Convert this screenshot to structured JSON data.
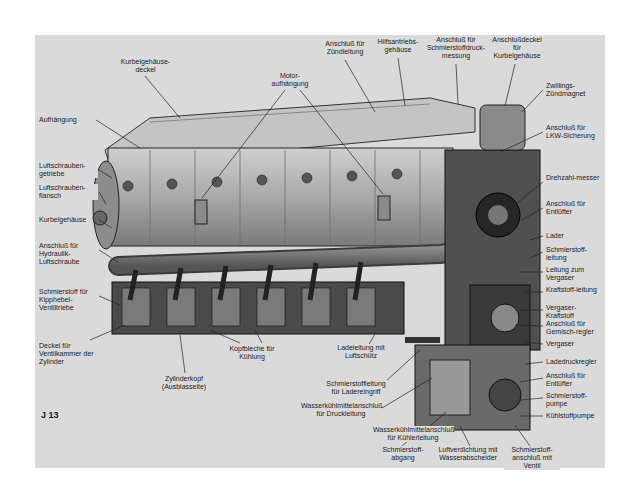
{
  "diagram": {
    "labels": [
      "Kurbelgehäuse-deckel",
      "Aufhängung",
      "Luftschrauben-getriebe",
      "Luftschrauben-flansch",
      "Kurbelgehäuse",
      "Anschluß für Hydraulik-Luftschraube",
      "Schmierstoff für Kipphebel-Ventiltriebe",
      "Deckel für Ventilkammer der Zylinder",
      "Zylinderkopf (Ausblasseite)",
      "Kopfbleche für Kühlung",
      "Motor-aufhängung",
      "Anschluß für Zündleitung",
      "Hilfsantriebs-gehäuse",
      "Anschluß für Schmierstoffdruck-messung",
      "Anschlußdeckel für Kurbelgehäuse",
      "Zwillings-Zündmagnet",
      "Anschluß für LKW-Sicherung",
      "Drehzahl-messer",
      "Anschluß für Entlüfter",
      "Lader",
      "Schmierstoff-leitung",
      "Leitung zum Vergaser",
      "Kraftstoff-leitung",
      "Vergaser-Kraftstoff",
      "Anschluß für Gemisch-regler",
      "Vergaser",
      "Ladedruckregler",
      "Anschluß für Entlüfter",
      "Schmierstoff-pumpe",
      "Kühlstoffpumpe",
      "Ladeleitung mit Luftschütz",
      "Schmierstoffleitung für Ladereingriff",
      "Wasserkühlmittelanschluß für Druckleitung",
      "Wasserkühlmittelanschluß für Kühlerleitung",
      "Schmierstoff-abgang",
      "Luftverdichtung mit Wasserabscheider",
      "Schmierstoff-anschluß mit Ventil",
      "J 13"
    ]
  }
}
